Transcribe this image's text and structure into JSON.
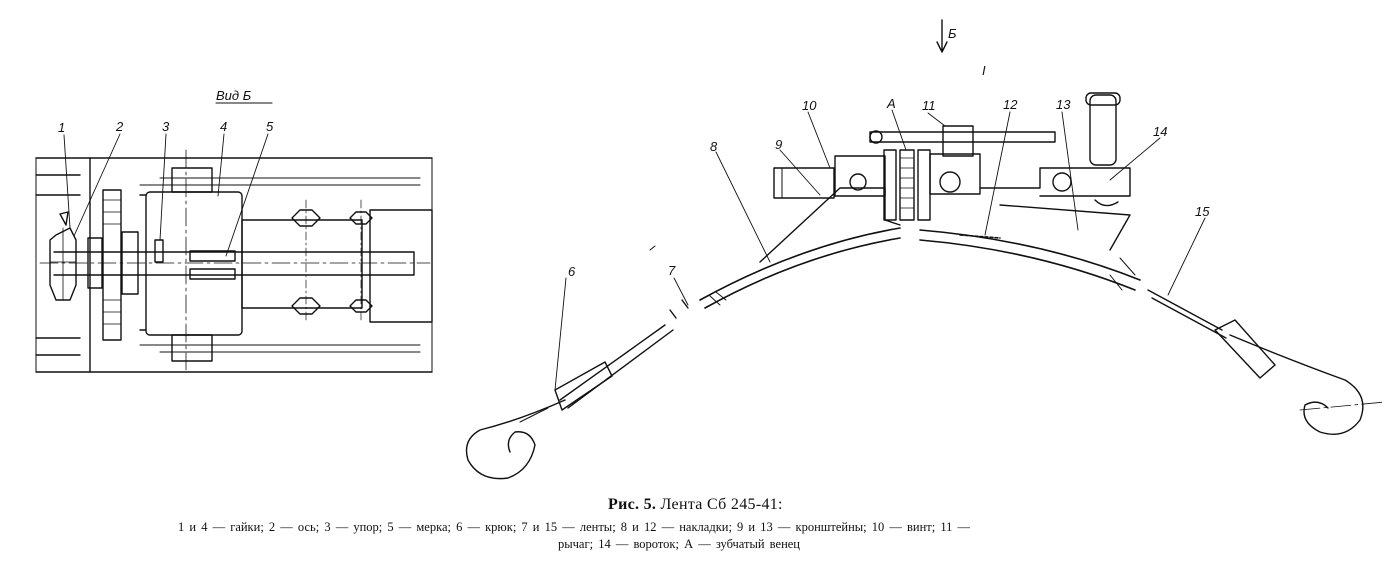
{
  "view_label": "Вид Б",
  "arrow_label": "Б",
  "stray_mark": "I",
  "left_view_numbers": [
    "1",
    "2",
    "3",
    "4",
    "5"
  ],
  "main_view_numbers": [
    "6",
    "7",
    "8",
    "9",
    "10",
    "A",
    "11",
    "12",
    "13",
    "14",
    "15"
  ],
  "caption": {
    "figure_label": "Рис. 5.",
    "title": "Лента Сб 245-41:",
    "legend_line1": "1 и 4 — гайки; 2 — ось; 3 — упор; 5 — мерка; 6 — крюк; 7 и 15 — ленты; 8 и 12 — накладки; 9 и 13 — кронштейны; 10 — винт; 11 —",
    "legend_line2": "рычаг; 14 — вороток; А — зубчатый венец"
  }
}
